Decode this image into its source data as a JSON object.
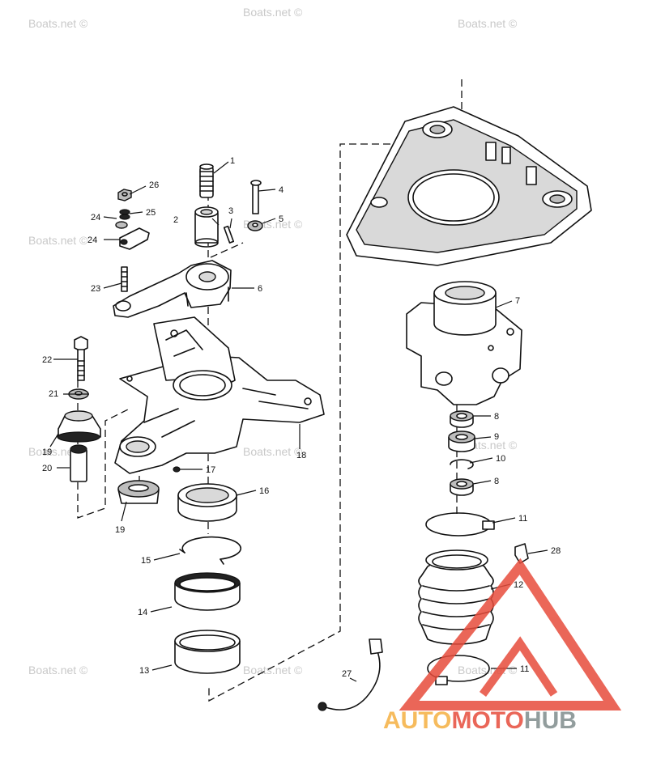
{
  "watermark": "Boats.net ©",
  "callouts": {
    "c1": "1",
    "c2": "2",
    "c3": "3",
    "c4": "4",
    "c5": "5",
    "c6": "6",
    "c7": "7",
    "c8a": "8",
    "c8b": "8",
    "c9": "9",
    "c10": "10",
    "c11a": "11",
    "c11b": "11",
    "c12": "12",
    "c13": "13",
    "c14": "14",
    "c15": "15",
    "c16": "16",
    "c17": "17",
    "c18": "18",
    "c19a": "19",
    "c19b": "19",
    "c20": "20",
    "c21": "21",
    "c22": "22",
    "c23": "23",
    "c24a": "24",
    "c24b": "24",
    "c25": "25",
    "c26": "26",
    "c27": "27",
    "c28": "28"
  },
  "logo": {
    "part1": "AUTO",
    "part2": "MOTO",
    "part3": "HUB",
    "color_auto": "#f5b041",
    "color_moto": "#e74c3c",
    "color_hub": "#7f8c8d",
    "triangle_color": "#e74c3c"
  }
}
